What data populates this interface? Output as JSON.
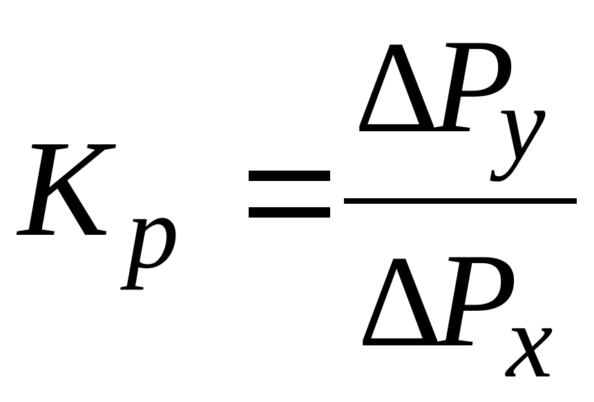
{
  "formula": {
    "lhs": {
      "symbol": "K",
      "subscript": "p"
    },
    "equals": "=",
    "numerator": {
      "delta": "Δ",
      "symbol": "P",
      "subscript": "y"
    },
    "denominator": {
      "delta": "Δ",
      "symbol": "P",
      "subscript": "x"
    },
    "color": "#000000"
  }
}
